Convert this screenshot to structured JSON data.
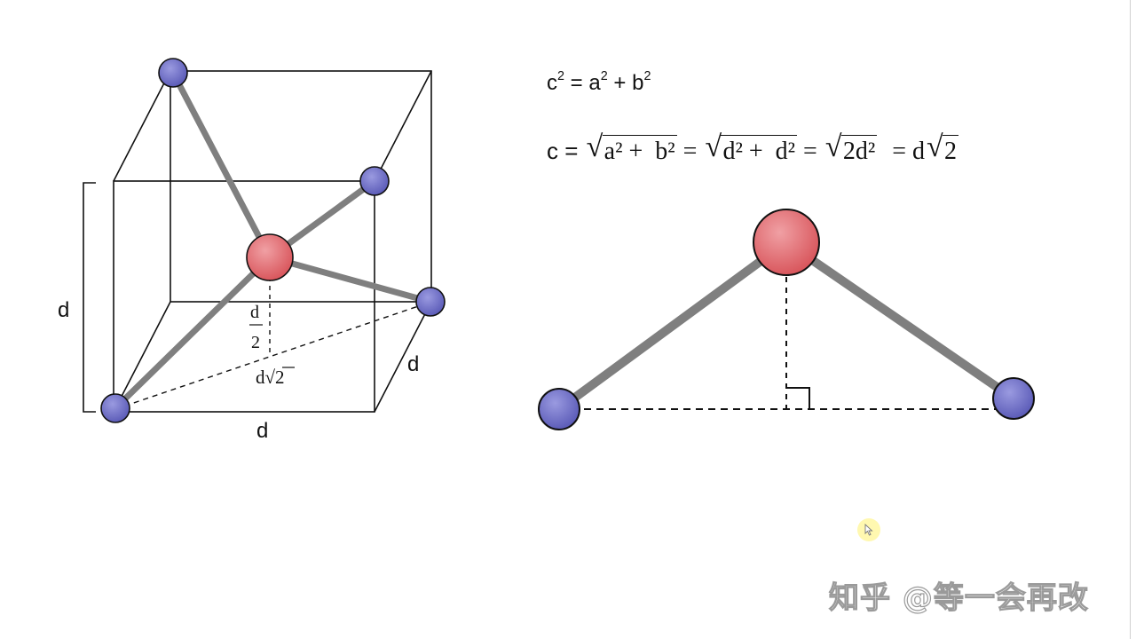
{
  "left_figure": {
    "height_label": "d",
    "bottom_label": "d",
    "depth_label": "d",
    "half_height_numerator": "d",
    "half_height_denominator": "2",
    "diagonal_label": "d√2"
  },
  "formulas": {
    "pythagoras": {
      "c": "c",
      "eq": " = ",
      "a": "a",
      "plus": " + ",
      "b": "b",
      "exp": "2"
    },
    "derivation": {
      "lhs": "c = ",
      "rad1": "a² +  b²",
      "eq2": " = ",
      "rad2": "d² +  d²",
      "eq3": " = ",
      "rad3": "2d²",
      "eq4": " = d",
      "rad4": "2"
    }
  },
  "watermark": "知乎 @等一会再改",
  "colors": {
    "central_atom": "#e26a6f",
    "corner_atom": "#6e6ec8",
    "bond": "#7f7f7f",
    "edge": "#111111"
  }
}
